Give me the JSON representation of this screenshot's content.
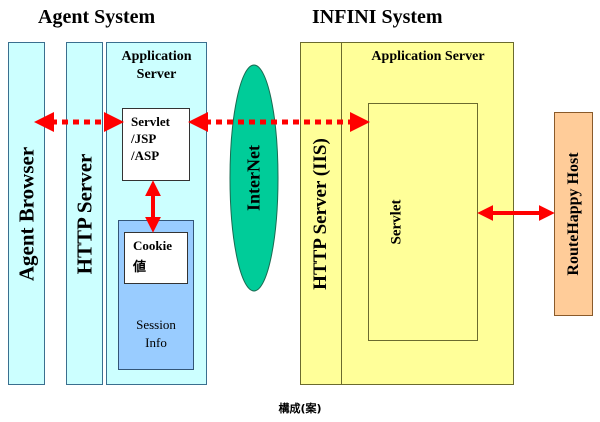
{
  "agent_system": {
    "title": "Agent System",
    "browser_label": "Agent Browser",
    "http_server_label": "HTTP Server",
    "app_server_label_line1": "Application",
    "app_server_label_line2": "Server",
    "servlet_line1": "Servlet",
    "servlet_line2": "/JSP",
    "servlet_line3": "/ASP",
    "cookie_line1": "Cookie",
    "cookie_line2": "値",
    "session_line1": "Session",
    "session_line2": "Info"
  },
  "internet_label": "InterNet",
  "infini_system": {
    "title": "INFINI System",
    "app_server_label": "Application Server",
    "http_server_label": "HTTP Server (IIS)",
    "servlet_label": "Servlet"
  },
  "routehappy_label": "RouteHappy Host",
  "caption": "構成(案)",
  "colors": {
    "cyan_panel": "#ccffff",
    "yellow_panel": "#ffff99",
    "orange_panel": "#ffcc99",
    "session_box": "#99ccff",
    "internet_ellipse": "#00cc99",
    "arrow_red": "#ff0000"
  }
}
